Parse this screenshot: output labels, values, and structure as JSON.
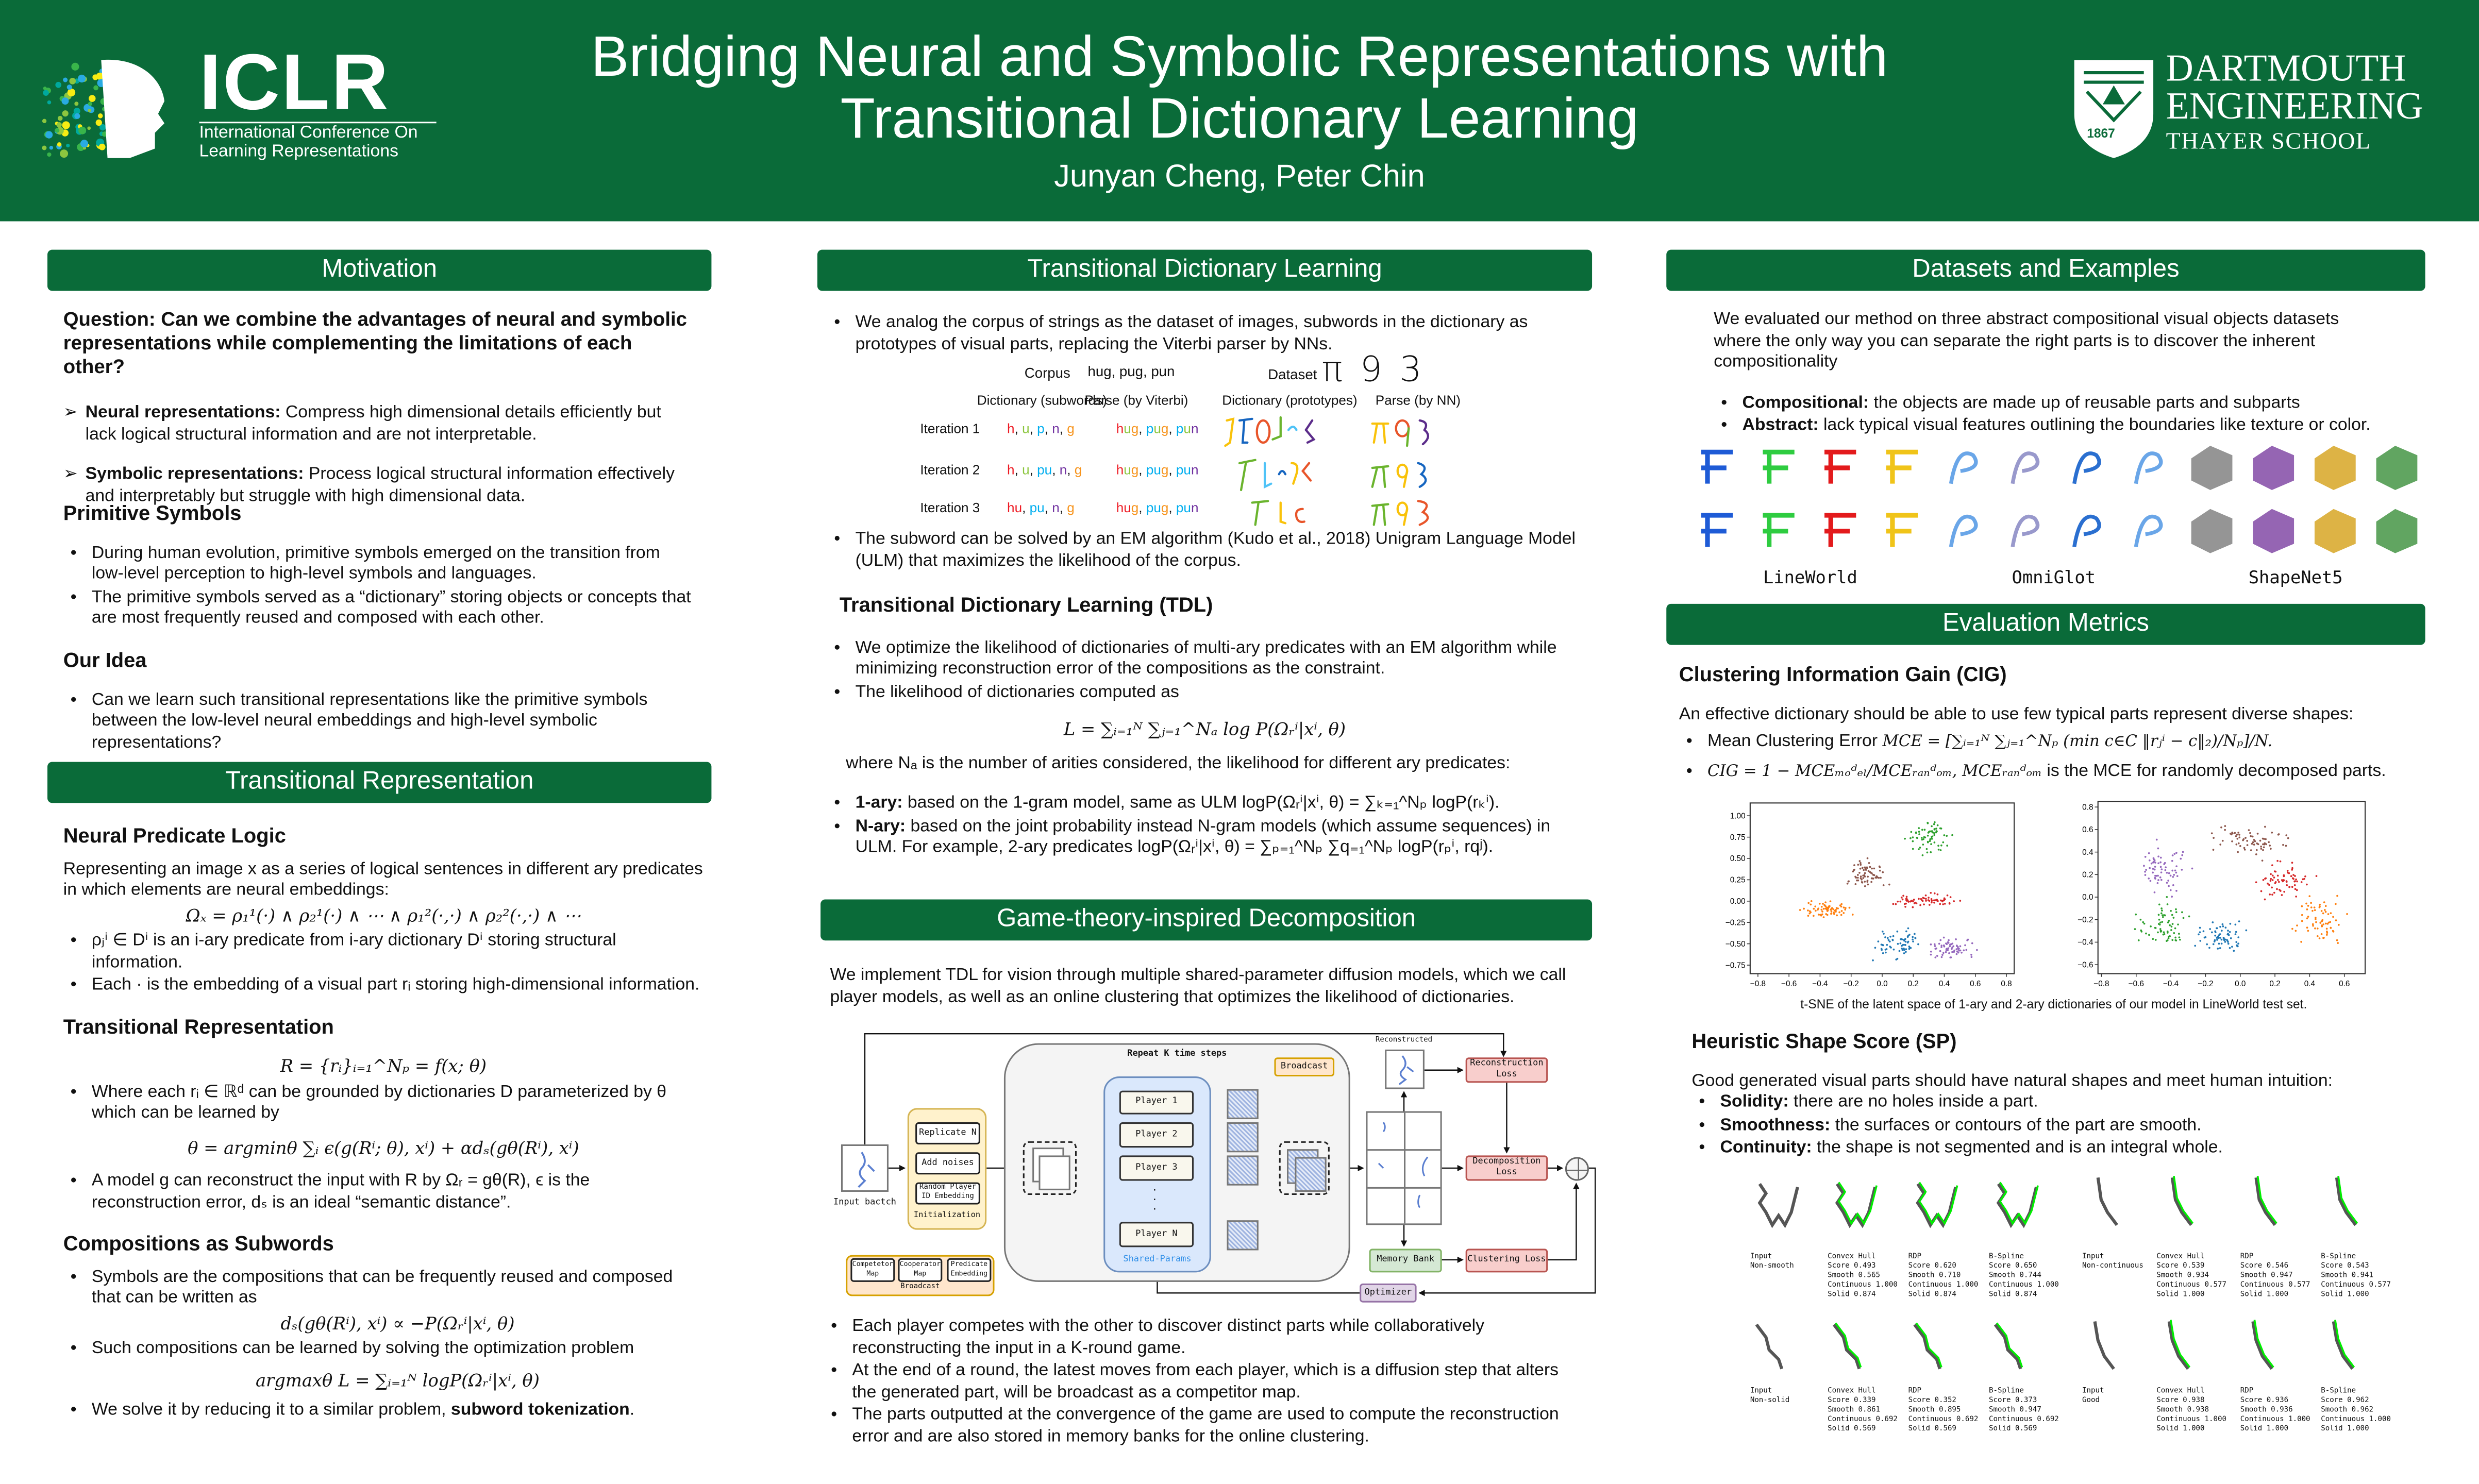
{
  "header": {
    "title_line1": "Bridging Neural and Symbolic Representations with",
    "title_line2": "Transitional Dictionary Learning",
    "authors": "Junyan Cheng, Peter Chin",
    "iclr_logo": {
      "name": "ICLR",
      "line1": "International Conference On",
      "line2": "Learning Representations"
    },
    "dartmouth_logo": {
      "line1": "DARTMOUTH",
      "line2": "ENGINEERING",
      "line3": "THAYER SCHOOL",
      "year": "1867"
    },
    "brand_color": "#0a6b39"
  },
  "motivation": {
    "title": "Motivation",
    "question": "Question: Can we combine the advantages of neural and symbolic representations while complementing the limitations of each other?",
    "points": [
      {
        "bold": "Neural representations:",
        "text": " Compress high dimensional details efficiently but lack logical structural information and are not interpretable."
      },
      {
        "bold": "Symbolic representations:",
        "text": " Process logical structural information effectively and interpretably but struggle with high dimensional data."
      }
    ],
    "primitive_title": "Primitive Symbols",
    "primitive_bullets": [
      "During human evolution, primitive symbols emerged on the transition from low-level perception to high-level symbols and languages.",
      "The primitive symbols served as a “dictionary” storing objects or concepts that are most frequently reused and composed with each other."
    ],
    "idea_title": "Our Idea",
    "idea_bullets": [
      "Can we learn such transitional representations like the primitive symbols between the low-level neural embeddings and high-level symbolic representations?"
    ]
  },
  "transitional": {
    "title": "Transitional Representation",
    "npl_title": "Neural Predicate Logic",
    "npl_text": "Representing an image x as a series of logical sentences in different ary predicates in which elements are neural embeddings:",
    "npl_formula": "Ωₓ = ρ₁¹(·) ∧ ρ₂¹(·) ∧ ⋯ ∧ ρ₁²(·,·) ∧ ρ₂²(·,·) ∧ ⋯",
    "npl_bullets": [
      "ρⱼⁱ ∈ Dⁱ is an i-ary predicate from i-ary dictionary Dⁱ storing structural information.",
      "Each · is the embedding of a visual part rᵢ storing high-dimensional information."
    ],
    "tr_title": "Transitional Representation",
    "tr_formula": "R = {rᵢ}ᵢ₌₁^Nₚ = f(x; θ)",
    "tr_bullet1": "Where each rᵢ ∈ ℝᵈ can be grounded by dictionaries D parameterized by θ which can be learned by",
    "tr_formula2": "θ = argminθ ∑ᵢ ϵ(g(Rⁱ; θ), xⁱ) + αdₛ(gθ(Rⁱ), xⁱ)",
    "tr_bullet2": "A model g can reconstruct the input with R by Ωᵣ = gθ(R), ϵ is the reconstruction error, dₛ is an ideal “semantic distance”.",
    "cs_title": "Compositions as Subwords",
    "cs_bullet1": "Symbols are the compositions that can be frequently reused and composed that can be written as",
    "cs_formula1": "dₛ(gθ(Rⁱ), xⁱ) ∝ −P(Ωᵣⁱ|xⁱ, θ)",
    "cs_bullet2": "Such compositions can be learned by solving the optimization problem",
    "cs_formula2": "argmaxθ L = ∑ᵢ₌₁ᴺ logP(Ωᵣⁱ|xⁱ, θ)",
    "cs_bullet3": "We solve it by reducing it to a similar problem, ",
    "cs_bullet3_bold": "subword tokenization",
    "cs_bullet3_end": "."
  },
  "tdl": {
    "title": "Transitional Dictionary Learning",
    "intro": "We analog the corpus of strings as the dataset of images, subwords in the dictionary as prototypes of visual parts, replacing the Viterbi parser by NNs.",
    "table": {
      "corpus_label": "Corpus",
      "corpus_value": "hug, pug, pun",
      "dataset_label": "Dataset",
      "dataset_glyphs": "π 9 3",
      "headers": [
        "Dictionary (subwords)",
        "Parse (by Viterbi)",
        "Dictionary (prototypes)",
        "Parse (by NN)"
      ],
      "colors": {
        "red": "#ee1c25",
        "green": "#8cc63f",
        "cyan": "#00aeef",
        "purple": "#7030a0",
        "orange": "#f7941d"
      },
      "iterations": [
        {
          "label": "Iteration 1",
          "dictionary": [
            [
              {
                "t": "h",
                "c": "red"
              }
            ],
            [
              {
                "t": "u",
                "c": "green"
              }
            ],
            [
              {
                "t": "p",
                "c": "cyan"
              }
            ],
            [
              {
                "t": "n",
                "c": "purple"
              }
            ],
            [
              {
                "t": "g",
                "c": "orange"
              }
            ]
          ],
          "parse": [
            [
              {
                "t": "h",
                "c": "red"
              },
              {
                "t": "u",
                "c": "green"
              },
              {
                "t": "g",
                "c": "orange"
              }
            ],
            [
              {
                "t": "p",
                "c": "cyan"
              },
              {
                "t": "u",
                "c": "green"
              },
              {
                "t": "g",
                "c": "orange"
              }
            ],
            [
              {
                "t": "p",
                "c": "cyan"
              },
              {
                "t": "u",
                "c": "green"
              },
              {
                "t": "n",
                "c": "purple"
              }
            ]
          ]
        },
        {
          "label": "Iteration 2",
          "dictionary": [
            [
              {
                "t": "h",
                "c": "red"
              }
            ],
            [
              {
                "t": "u",
                "c": "green"
              }
            ],
            [
              {
                "t": "pu",
                "c": "cyan"
              }
            ],
            [
              {
                "t": "n",
                "c": "purple"
              }
            ],
            [
              {
                "t": "g",
                "c": "orange"
              }
            ]
          ],
          "parse": [
            [
              {
                "t": "h",
                "c": "red"
              },
              {
                "t": "u",
                "c": "green"
              },
              {
                "t": "g",
                "c": "orange"
              }
            ],
            [
              {
                "t": "pu",
                "c": "cyan"
              },
              {
                "t": "g",
                "c": "orange"
              }
            ],
            [
              {
                "t": "pu",
                "c": "cyan"
              },
              {
                "t": "n",
                "c": "purple"
              }
            ]
          ]
        },
        {
          "label": "Iteration 3",
          "dictionary": [
            [
              {
                "t": "hu",
                "c": "red"
              }
            ],
            [
              {
                "t": "pu",
                "c": "cyan"
              }
            ],
            [
              {
                "t": "n",
                "c": "purple"
              }
            ],
            [
              {
                "t": "g",
                "c": "orange"
              }
            ]
          ],
          "parse": [
            [
              {
                "t": "hu",
                "c": "red"
              },
              {
                "t": "g",
                "c": "orange"
              }
            ],
            [
              {
                "t": "pu",
                "c": "cyan"
              },
              {
                "t": "g",
                "c": "orange"
              }
            ],
            [
              {
                "t": "pu",
                "c": "cyan"
              },
              {
                "t": "n",
                "c": "purple"
              }
            ]
          ]
        }
      ]
    },
    "ulm_bullet": "The subword can be solved by an EM algorithm (Kudo et al., 2018) Unigram Language Model (ULM) that maximizes the likelihood of the corpus.",
    "sub_title": "Transitional Dictionary Learning (TDL)",
    "bullets": [
      "We optimize the likelihood of dictionaries of multi-ary predicates with an EM algorithm while minimizing reconstruction error of the compositions as the constraint.",
      "The likelihood of dictionaries computed as"
    ],
    "formula": "L = ∑ᵢ₌₁ᴺ ∑ⱼ₌₁^Nₐ log P(Ωᵣⁱ|xⁱ, θ)",
    "where": "where Nₐ is the number of arities considered, the likelihood for different ary predicates:",
    "ary": [
      {
        "bold": "1-ary:",
        "text": " based on the 1-gram model, same as ULM logP(Ωᵣⁱ|xⁱ, θ) = ∑ₖ₌₁^Nₚ logP(rₖⁱ)."
      },
      {
        "bold": "N-ary:",
        "text": " based on the joint probability instead N-gram models (which assume sequences) in ULM. For example, 2-ary predicates logP(Ωᵣⁱ|xⁱ, θ) = ∑ₚ₌₁^Nₚ ∑q₌₁^Nₚ logP(rₚⁱ, rqʲ)."
      }
    ]
  },
  "game": {
    "title": "Game-theory-inspired Decomposition",
    "intro": "We implement TDL for vision through multiple shared-parameter diffusion models, which we call player models, as well as an online clustering that optimizes the likelihood of dictionaries.",
    "diagram": {
      "repeat": "Repeat K time steps",
      "broadcast": "Broadcast",
      "players": [
        "Player 1",
        "Player 2",
        "Player 3",
        "Player N"
      ],
      "shared": "Shared-Params",
      "init_items": [
        "Replicate N",
        "Add noises",
        "Random Player ID Embedding"
      ],
      "init_label": "Initialization",
      "input_label": "Input bactch",
      "legend_items": [
        "Competetor Map",
        "Cooperator Map",
        "Predicate Embedding"
      ],
      "legend_label": "Broadcast",
      "reconstructed": "Reconstructed",
      "recon_loss": "Reconstruction Loss",
      "decomp_loss": "Decomposition Loss",
      "memory_bank": "Memory Bank",
      "cluster_loss": "Clustering Loss",
      "optimizer": "Optimizer"
    },
    "bullets": [
      "Each player competes with the other to discover distinct parts while collaboratively reconstructing the input in a K-round game.",
      "At the end of a round, the latest moves from each player, which is a diffusion step that alters the generated part, will be broadcast as a competitor map.",
      "The parts outputted at the convergence of the game are used to compute the reconstruction error and are also stored in memory banks for the online clustering."
    ]
  },
  "datasets": {
    "title": "Datasets and Examples",
    "intro": "We evaluated our method on three abstract compositional visual objects datasets where the only way you can separate the right parts is to discover the inherent compositionality",
    "bullets": [
      {
        "bold": "Compositional:",
        "text": " the objects are made up of reusable parts and subparts"
      },
      {
        "bold": "Abstract:",
        "text": " lack typical visual features outlining the boundaries like texture or color."
      }
    ],
    "labels": [
      "LineWorld",
      "OmniGlot",
      "ShapeNet5"
    ]
  },
  "metrics": {
    "title": "Evaluation Metrics",
    "cig_title": "Clustering Information Gain (CIG)",
    "cig_text": "An effective dictionary should be able to use few typical parts represent diverse shapes:",
    "cig_b1_text": "Mean Clustering Error ",
    "cig_b1_math": "MCE = [∑ᵢ₌₁ᴺ ∑ⱼ₌₁^Nₚ (min c∈C ‖rⱼⁱ − c‖₂)/Nₚ]/N.",
    "cig_b2_math": "CIG = 1 − MCEₘₒᵈₑₗ/MCEᵣₐₙᵈₒₘ, MCEᵣₐₙᵈₒₘ",
    "cig_b2_text": " is the MCE for randomly decomposed parts.",
    "tsne_caption": "t-SNE of the latent space of 1-ary and 2-ary dictionaries of our model in LineWorld test set.",
    "sp_title": "Heuristic Shape Score (SP)",
    "sp_text": "Good generated visual parts should have natural shapes and meet human intuition:",
    "sp_bullets": [
      {
        "bold": "Solidity:",
        "text": " there are no holes inside a part."
      },
      {
        "bold": "Smoothness:",
        "text": " the surfaces or contours of the part are smooth."
      },
      {
        "bold": "Continuity:",
        "text": " the shape is not segmented and is an integral whole."
      }
    ],
    "shape_groups": [
      {
        "input": [
          "Input",
          "Non-smooth"
        ],
        "methods": [
          [
            "Convex Hull",
            "Score 0.493",
            "Smooth 0.565",
            "Continuous 1.000",
            "Solid 0.874"
          ],
          [
            "RDP",
            "Score 0.620",
            "Smooth 0.710",
            "Continuous 1.000",
            "Solid 0.874"
          ],
          [
            "B-Spline",
            "Score 0.650",
            "Smooth 0.744",
            "Continuous 1.000",
            "Solid 0.874"
          ]
        ]
      },
      {
        "input": [
          "Input",
          "Non-continuous"
        ],
        "methods": [
          [
            "Convex Hull",
            "Score 0.539",
            "Smooth 0.934",
            "Continuous 0.577",
            "Solid 1.000"
          ],
          [
            "RDP",
            "Score 0.546",
            "Smooth 0.947",
            "Continuous 0.577",
            "Solid 1.000"
          ],
          [
            "B-Spline",
            "Score 0.543",
            "Smooth 0.941",
            "Continuous 0.577",
            "Solid 1.000"
          ]
        ]
      },
      {
        "input": [
          "Input",
          "Non-solid"
        ],
        "methods": [
          [
            "Convex Hull",
            "Score 0.339",
            "Smooth 0.861",
            "Continuous 0.692",
            "Solid 0.569"
          ],
          [
            "RDP",
            "Score 0.352",
            "Smooth 0.895",
            "Continuous 0.692",
            "Solid 0.569"
          ],
          [
            "B-Spline",
            "Score 0.373",
            "Smooth 0.947",
            "Continuous 0.692",
            "Solid 0.569"
          ]
        ]
      },
      {
        "input": [
          "Input",
          "Good"
        ],
        "methods": [
          [
            "Convex Hull",
            "Score 0.938",
            "Smooth 0.938",
            "Continuous 1.000",
            "Solid 1.000"
          ],
          [
            "RDP",
            "Score 0.936",
            "Smooth 0.936",
            "Continuous 1.000",
            "Solid 1.000"
          ],
          [
            "B-Spline",
            "Score 0.962",
            "Smooth 0.962",
            "Continuous 1.000",
            "Solid 1.000"
          ]
        ]
      }
    ],
    "overlay_color": "#00ee00"
  },
  "chart_data": [
    {
      "type": "scatter",
      "xlim": [
        -0.85,
        0.85
      ],
      "ylim": [
        -0.85,
        1.15
      ],
      "xticks": [
        "-0.8",
        "-0.6",
        "-0.4",
        "-0.2",
        "0.0",
        "0.2",
        "0.4",
        "0.6",
        "0.8"
      ],
      "yticks": [
        "-0.75",
        "-0.50",
        "-0.25",
        "0.00",
        "0.25",
        "0.50",
        "0.75",
        "1.00"
      ],
      "grid": false,
      "series_colors": [
        "#1f77b4",
        "#ff7f0e",
        "#2ca02c",
        "#d62728",
        "#9467bd",
        "#8c564b"
      ]
    },
    {
      "type": "scatter",
      "xlim": [
        -0.82,
        0.72
      ],
      "ylim": [
        -0.68,
        0.85
      ],
      "xticks": [
        "-0.8",
        "-0.6",
        "-0.4",
        "-0.2",
        "0.0",
        "0.2",
        "0.4",
        "0.6"
      ],
      "yticks": [
        "-0.6",
        "-0.4",
        "-0.2",
        "0.0",
        "0.2",
        "0.4",
        "0.6",
        "0.8"
      ],
      "grid": false,
      "series_colors": [
        "#1f77b4",
        "#ff7f0e",
        "#2ca02c",
        "#d62728",
        "#9467bd",
        "#8c564b"
      ]
    }
  ]
}
